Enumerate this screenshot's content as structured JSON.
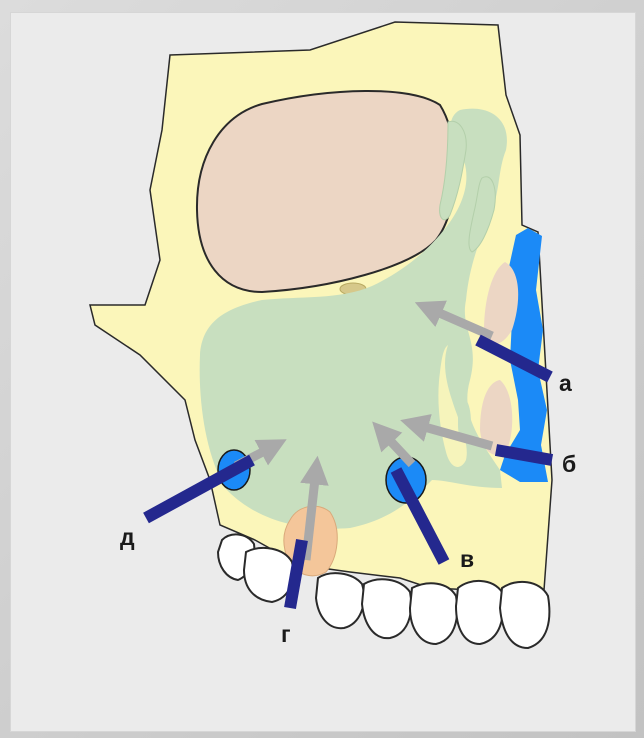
{
  "labels": {
    "a": "а",
    "b": "б",
    "v": "в",
    "g": "г",
    "d": "д"
  },
  "colors": {
    "bone": "#fbf6ba",
    "orbit": "#ecd6c4",
    "sinus": "#c8dfbf",
    "nasal": "#1b8af7",
    "pointer_line": "#24288e",
    "arrow": "#a9a9a9",
    "canal": "#d6c88a"
  }
}
